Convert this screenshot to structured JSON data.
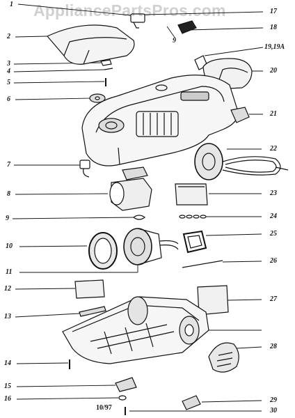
{
  "watermark": "AppliancePartsPros.com",
  "date_code": "10/97",
  "labels": {
    "l1": "1",
    "l2": "2",
    "l3": "3",
    "l4": "4",
    "l5": "5",
    "l6": "6",
    "l7": "7",
    "l8": "8",
    "l9": "9",
    "l9b": "9",
    "l10": "10",
    "l11": "11",
    "l12": "12",
    "l13": "13",
    "l14": "14",
    "l15": "15",
    "l16": "16",
    "l17": "17",
    "l18": "18",
    "l19": "19,19A",
    "l20": "20",
    "l21": "21",
    "l22": "22",
    "l23": "23",
    "l24": "24",
    "l25": "25",
    "l26": "26",
    "l27": "27",
    "l28": "28",
    "l29": "29",
    "l30": "30"
  }
}
